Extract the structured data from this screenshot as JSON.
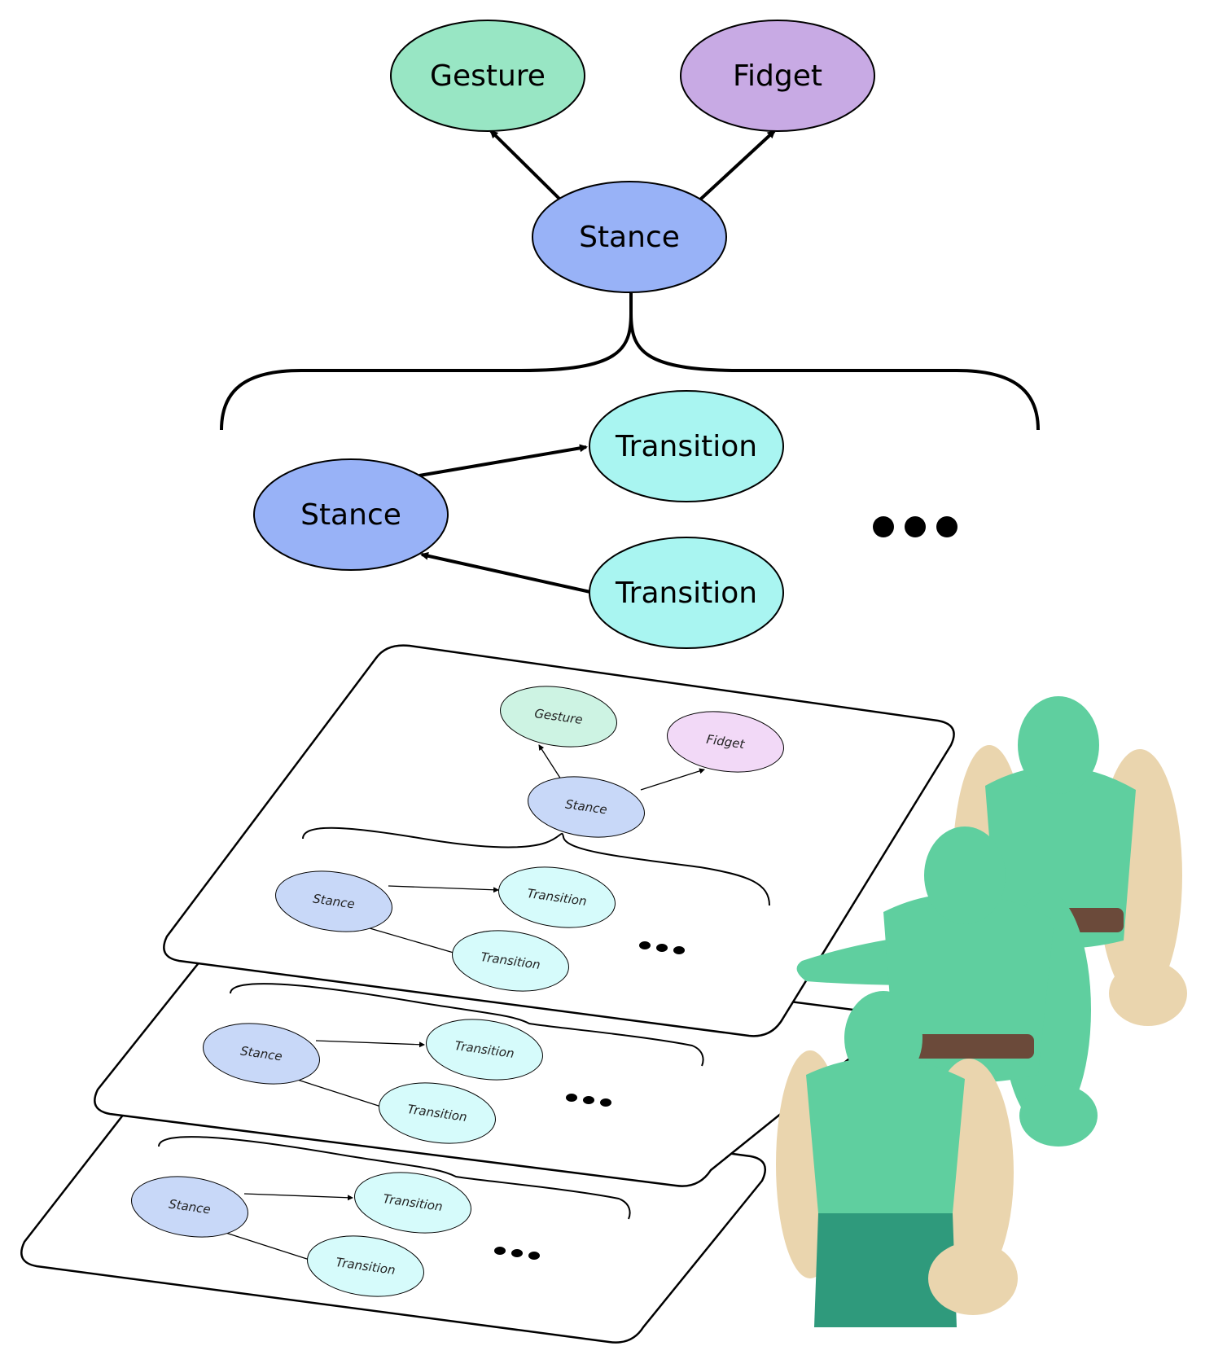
{
  "top": {
    "gesture": {
      "label": "Gesture",
      "color": "#98e6c4"
    },
    "fidget": {
      "label": "Fidget",
      "color": "#c8aae4"
    },
    "stance": {
      "label": "Stance",
      "color": "#98b2f7"
    },
    "sub_stance": {
      "label": "Stance",
      "color": "#98b2f7"
    },
    "transition_out": {
      "label": "Transition",
      "color": "#a9f5f1"
    },
    "transition_in": {
      "label": "Transition",
      "color": "#a9f5f1"
    },
    "ellipsis": "•••"
  },
  "layers": [
    {
      "stance": "Stance",
      "transition_a": "Transition",
      "transition_b": "Transition",
      "gesture": "Gesture",
      "fidget": "Fidget"
    },
    {
      "stance": "Stance",
      "transition_a": "Transition",
      "transition_b": "Transition"
    },
    {
      "stance": "Stance",
      "transition_a": "Transition",
      "transition_b": "Transition"
    }
  ],
  "colors": {
    "layer_stance": "#c8d8f8",
    "layer_transition": "#d6fbfb",
    "layer_gesture": "#cdf3e3",
    "layer_fidget": "#f2d9f7",
    "character_skin": "#5fcf9f",
    "character_arm": "#ead5ae"
  },
  "characters": [
    {
      "name": "character-back"
    },
    {
      "name": "character-middle"
    },
    {
      "name": "character-front"
    }
  ]
}
